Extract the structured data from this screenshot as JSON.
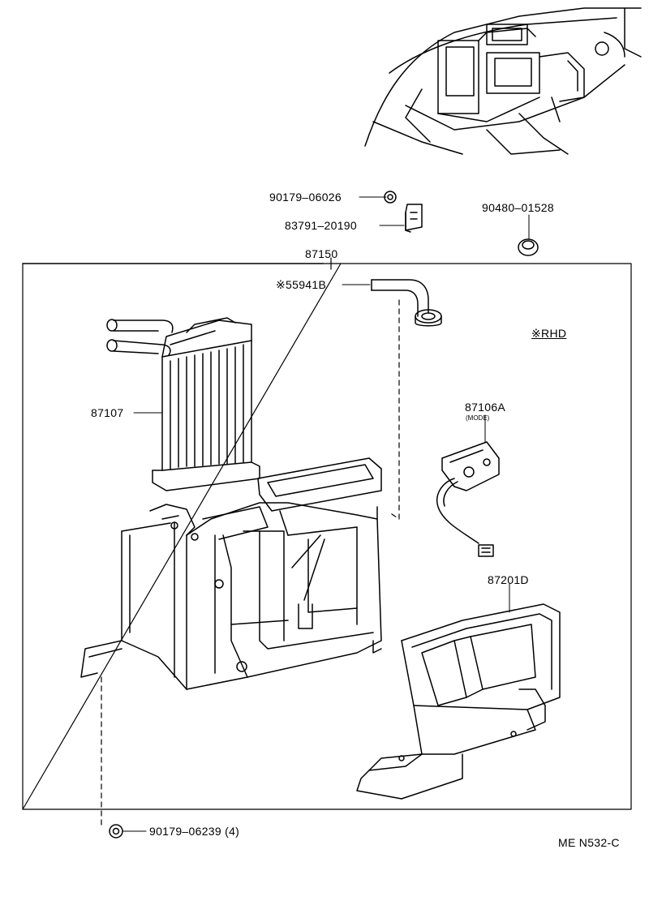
{
  "labels": {
    "p90179_06026": "90179–06026",
    "p83791_20190": "83791–20190",
    "p90480_01528": "90480–01528",
    "p87150": "87150",
    "p55941b": "※55941B",
    "rhd": "※RHD",
    "p87107": "87107",
    "p87106a": "87106A",
    "mode": "(MODE)",
    "p87201d": "87201D",
    "p90179_06239": "90179–06239 (4)",
    "figure_code": "ME N532-C"
  }
}
